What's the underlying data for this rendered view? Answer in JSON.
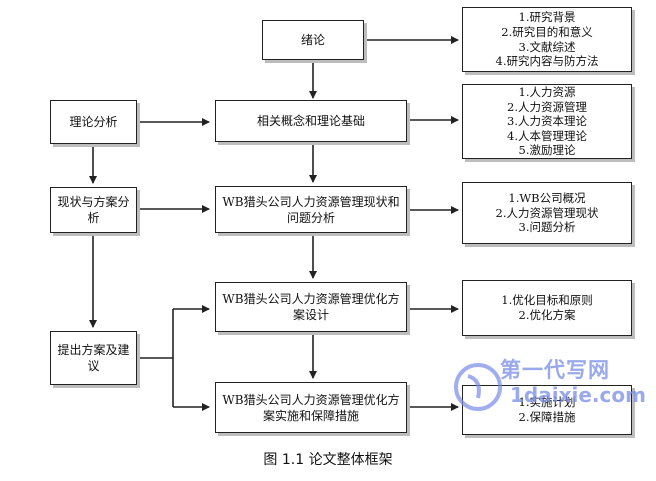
{
  "main": {
    "intro": "绪论",
    "concepts": "相关概念和理论基础",
    "status": "WB猎头公司人力资源管理现状和问题分析",
    "design": "WB猎头公司人力资源管理优化方案设计",
    "implement": "WB猎头公司人力资源管理优化方案实施和保障措施"
  },
  "left": {
    "theory": "理论分析",
    "status_analysis": "现状与方案分析",
    "proposal": "提出方案及建议"
  },
  "lists": {
    "intro": [
      "1.研究背景",
      "2.研究目的和意义",
      "3.文献综述",
      "4.研究内容与防方法"
    ],
    "concepts": [
      "1.人力资源",
      "2.人力资源管理",
      "3.人力资本理论",
      "4.人本管理理论",
      "5.激励理论"
    ],
    "status": [
      "1.WB公司概况",
      "2.人力资源管理现状",
      "3.问题分析"
    ],
    "design": [
      "1.优化目标和原则",
      "2.优化方案"
    ],
    "implement": [
      "1.实施计划",
      "2.保障措施"
    ]
  },
  "caption": "图 1.1  论文整体框架",
  "watermark": {
    "line1": "第一代写网",
    "line2": "1daixie.com"
  }
}
